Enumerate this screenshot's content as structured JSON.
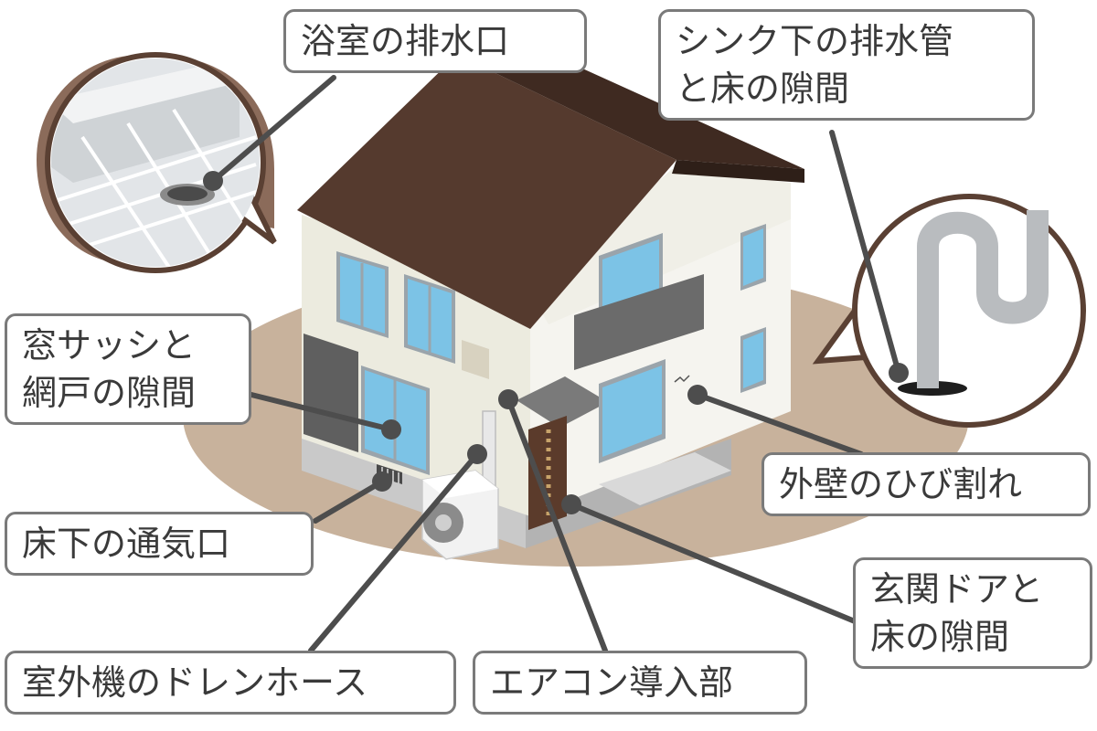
{
  "labels": {
    "bathroom_drain": "浴室の排水口",
    "sink_pipe_line1": "シンク下の排水管",
    "sink_pipe_line2": "と床の隙間",
    "window_sash_line1": "窓サッシと",
    "window_sash_line2": "網戸の隙間",
    "wall_crack": "外壁のひび割れ",
    "underfloor_vent": "床下の通気口",
    "entrance_door_line1": "玄関ドアと",
    "entrance_door_line2": "床の隙間",
    "ac_drain_hose": "室外機のドレンホース",
    "ac_inlet": "エアコン導入部"
  },
  "colors": {
    "ground": "#c8b29c",
    "roof": "#553a2e",
    "roof_side": "#3f2a21",
    "wall_light": "#ecebe0",
    "wall_side": "#f4f3ee",
    "window": "#7cc3e6",
    "window_frame": "#9aa4ab",
    "pointer_line": "#4d4d4d",
    "label_border": "#7a7a7a"
  },
  "icons": [
    "bathtub-drain-icon",
    "s-trap-pipe-icon",
    "outdoor-ac-unit-icon",
    "vent-icon"
  ]
}
